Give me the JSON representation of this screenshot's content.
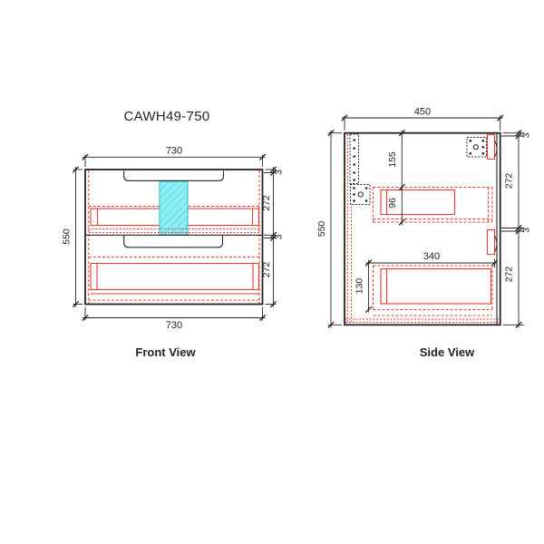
{
  "title": "CAWH49-750",
  "colors": {
    "line": "#262223",
    "red_accent": "#ee3b31",
    "cutout_fill": "#7de9ef",
    "cutout_border": "#35c8d6"
  },
  "front_view": {
    "label": "Front View",
    "dim_width_top": "730",
    "dim_width_bottom": "730",
    "dim_height": "550",
    "dim_gap_top": "3",
    "dim_drawer1_height": "272",
    "dim_gap_mid": "3",
    "dim_drawer2_height": "272"
  },
  "side_view": {
    "label": "Side View",
    "dim_depth": "450",
    "dim_height": "550",
    "dim_top_clearance": "155",
    "dim_top_box_height": "96",
    "dim_gap_top": "3",
    "dim_drawer1_height": "272",
    "dim_gap_mid": "3",
    "dim_drawer2_height": "272",
    "dim_bottom_box_width": "340",
    "dim_bottom_box_height": "130"
  }
}
